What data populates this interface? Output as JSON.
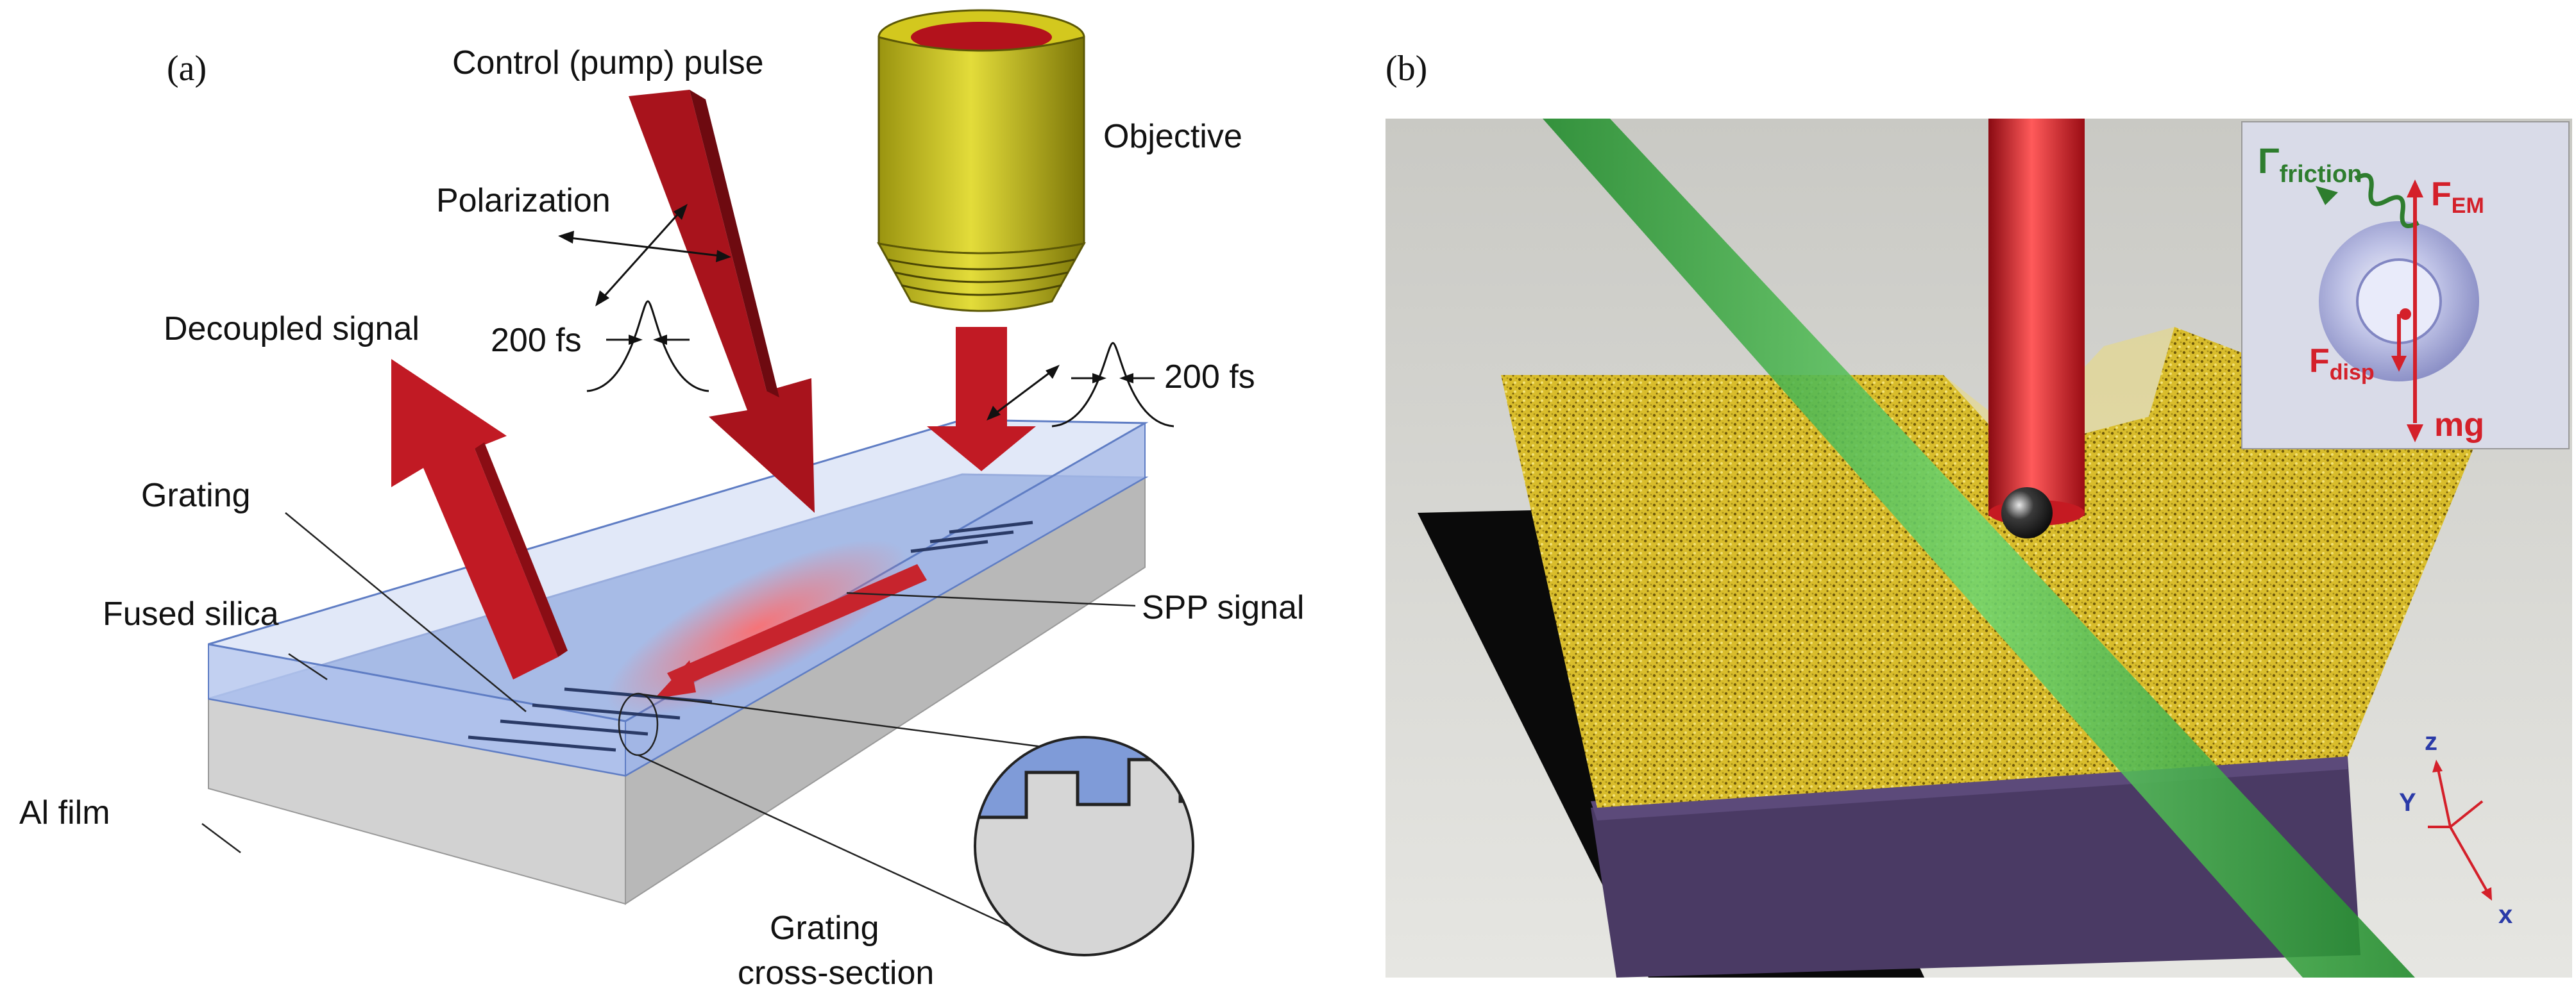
{
  "panel_a": {
    "tag": "(a)",
    "labels": {
      "control_pulse": "Control (pump) pulse",
      "objective": "Objective",
      "polarization": "Polarization",
      "decoupled_signal": "Decoupled signal",
      "pulse_width_left": "200 fs",
      "pulse_width_right": "200 fs",
      "grating": "Grating",
      "fused_silica": "Fused silica",
      "spp_signal": "SPP signal",
      "al_film": "Al film",
      "grating_cross_section_line1": "Grating",
      "grating_cross_section_line2": "cross-section"
    }
  },
  "panel_b": {
    "tag": "(b)",
    "forces": {
      "friction": "Γ",
      "friction_sub": "friction",
      "em": "F",
      "em_sub": "EM",
      "disp": "F",
      "disp_sub": "disp",
      "mg": "mg"
    },
    "axes": {
      "z": "z",
      "y": "Y",
      "x": "x"
    }
  },
  "colors": {
    "beam_red": "#b0121c",
    "beam_green": "#2fa83a",
    "silica": "#a9bde8",
    "al_film": "#cfcfcf",
    "gold": "#d8b928",
    "objective": "#b5ad10",
    "force_red": "#d4202a",
    "friction_green": "#2e7d2e"
  }
}
